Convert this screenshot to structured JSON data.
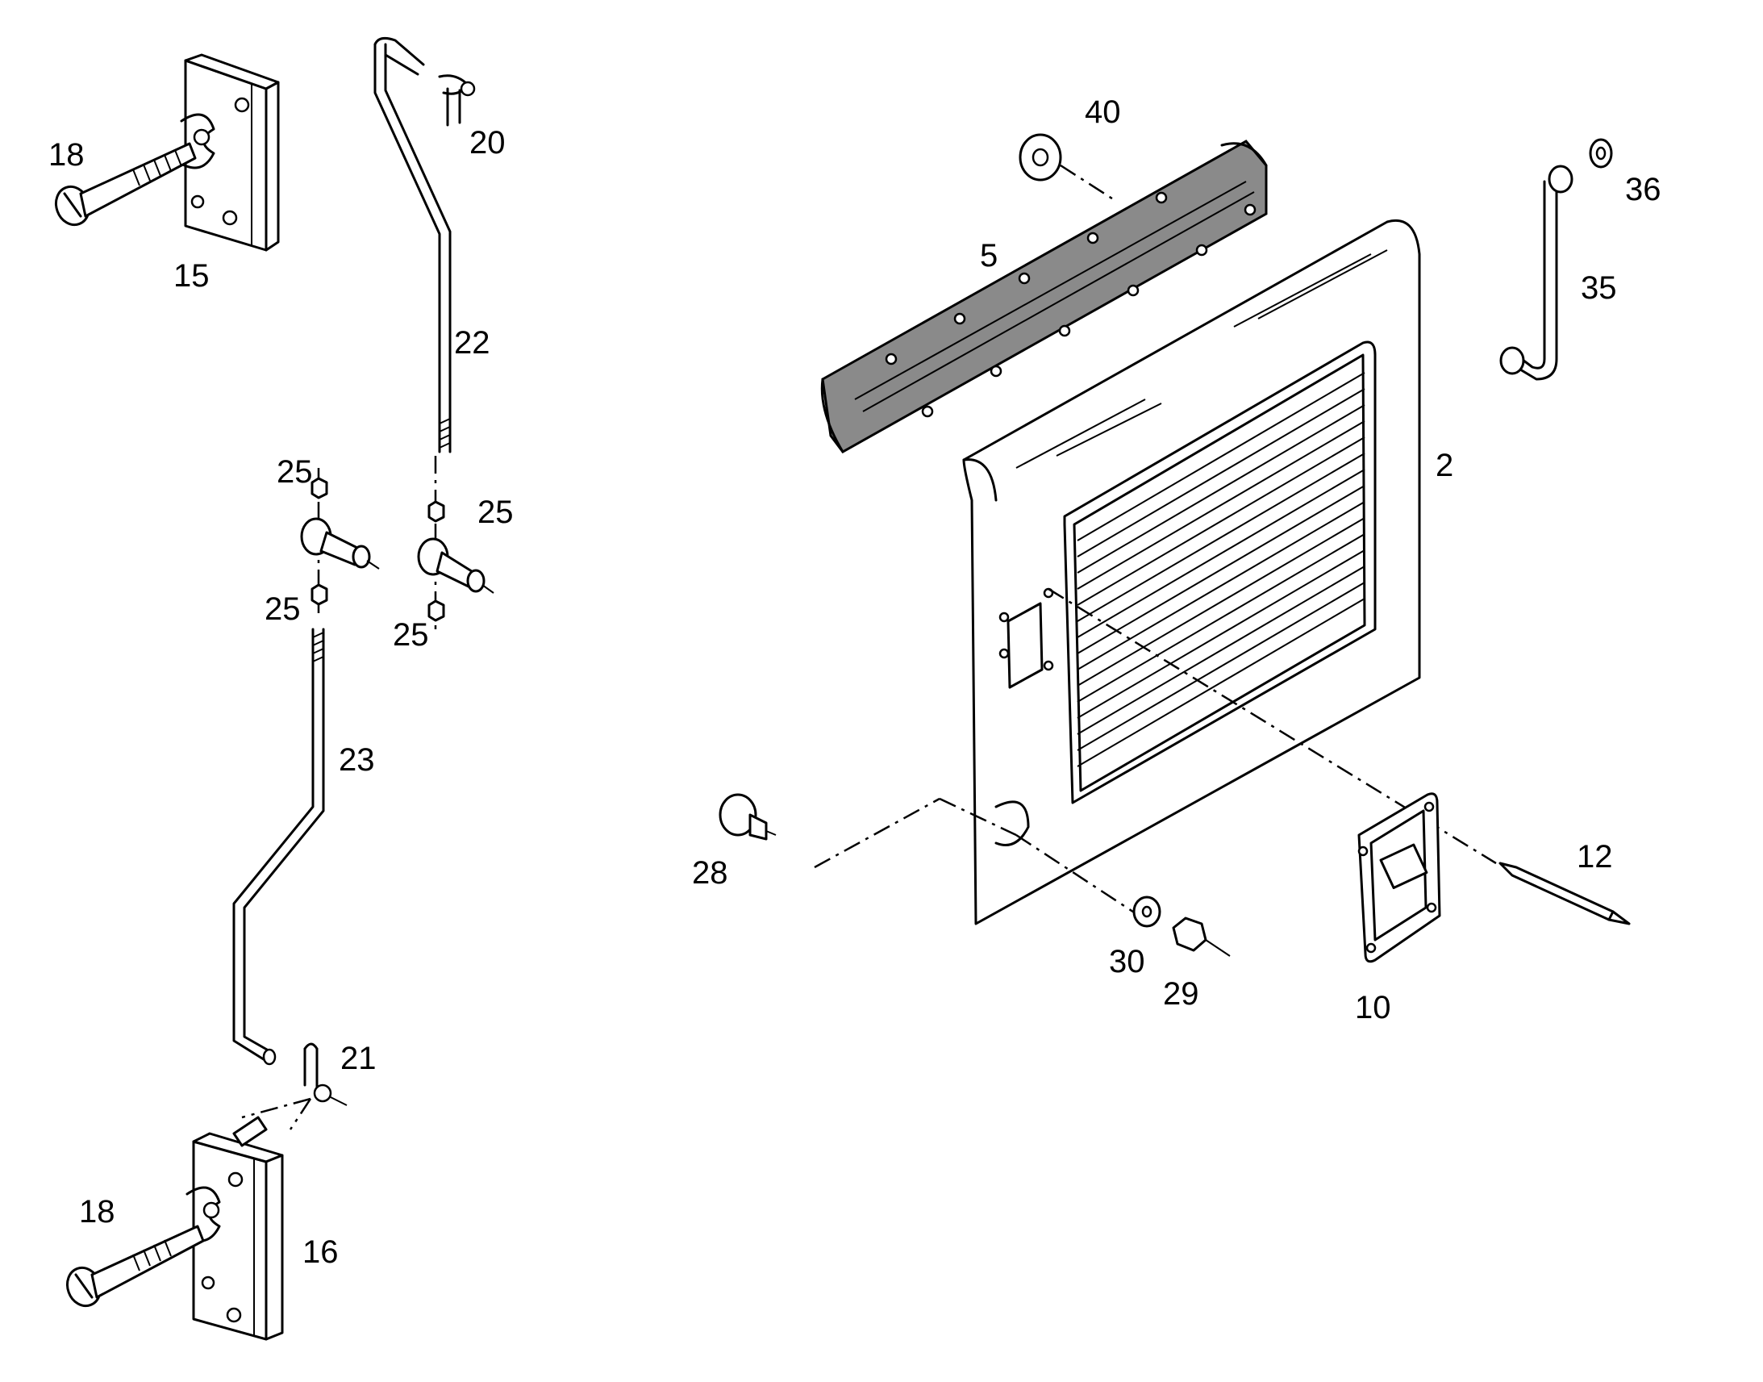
{
  "callouts": {
    "p2": "2",
    "p5": "5",
    "p10": "10",
    "p12": "12",
    "p15": "15",
    "p16": "16",
    "p18a": "18",
    "p18b": "18",
    "p20": "20",
    "p21": "21",
    "p22": "22",
    "p23": "23",
    "p25a": "25",
    "p25b": "25",
    "p25c": "25",
    "p25d": "25",
    "p28": "28",
    "p29": "29",
    "p30": "30",
    "p35": "35",
    "p36": "36",
    "p40": "40"
  },
  "colors": {
    "line": "#000000",
    "background": "#ffffff",
    "hatch_fill": "#8a8a8a"
  }
}
